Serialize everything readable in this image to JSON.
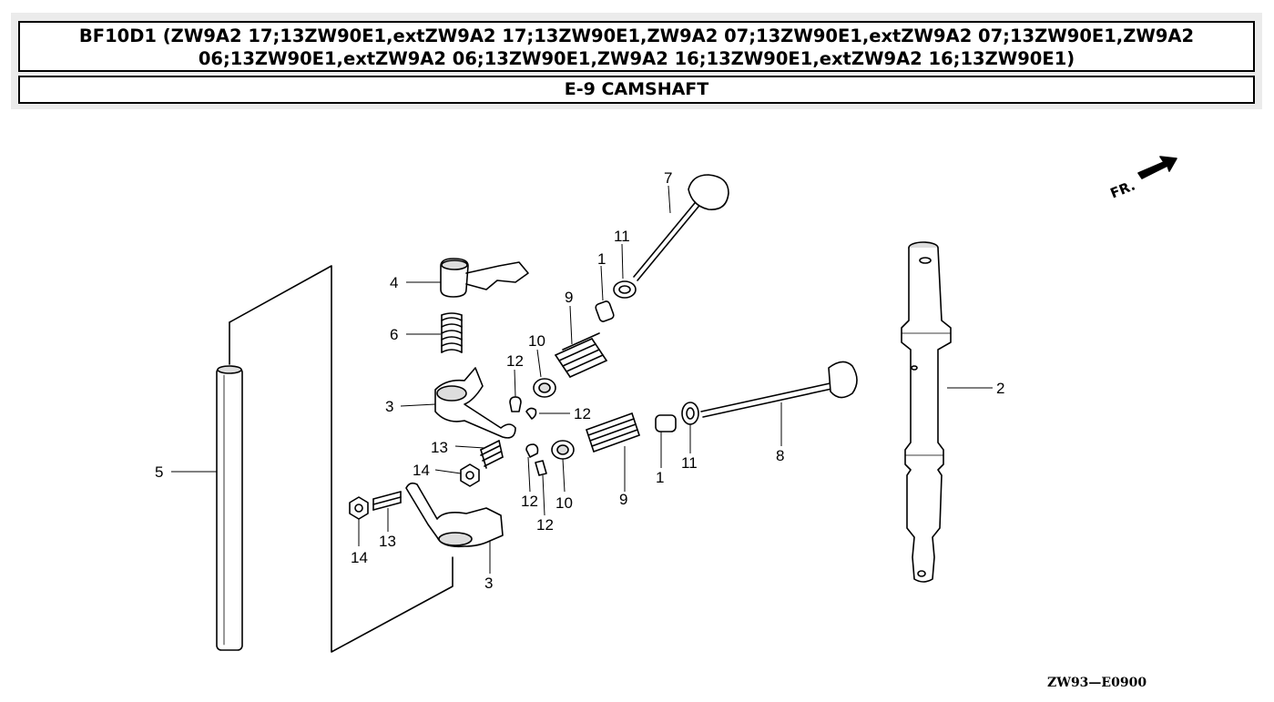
{
  "header": {
    "title": "BF10D1 (ZW9A2 17;13ZW90E1,extZW9A2 17;13ZW90E1,ZW9A2 07;13ZW90E1,extZW9A2 07;13ZW90E1,ZW9A2 06;13ZW90E1,extZW9A2 06;13ZW90E1,ZW9A2 16;13ZW90E1,extZW9A2 16;13ZW90E1)",
    "section": "E-9 CAMSHAFT"
  },
  "direction_label": "FR.",
  "diagram_code": "ZW93—E0900",
  "callouts": [
    "7",
    "11",
    "1",
    "9",
    "4",
    "6",
    "10",
    "12",
    "12",
    "3",
    "13",
    "14",
    "5",
    "12",
    "12",
    "10",
    "9",
    "1",
    "11",
    "8",
    "2",
    "14",
    "13",
    "3"
  ]
}
